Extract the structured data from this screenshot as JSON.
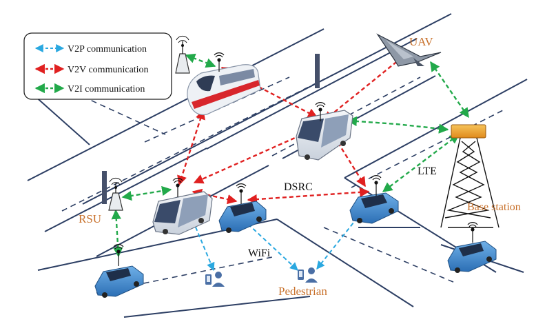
{
  "legend": {
    "items": [
      {
        "label": "V2P communication",
        "color": "#2aa8e0"
      },
      {
        "label": "V2V communication",
        "color": "#e02020"
      },
      {
        "label": "V2I communication",
        "color": "#22a94a"
      }
    ]
  },
  "labels": {
    "uav": "UAV",
    "dsrc": "DSRC",
    "lte": "LTE",
    "base_station": "Base station",
    "rsu": "RSU",
    "wifi": "WiFi",
    "pedestrian": "Pedestrian"
  },
  "colors": {
    "v2p": "#2aa8e0",
    "v2v": "#e02020",
    "v2i": "#22a94a",
    "label_orange": "#c8702a",
    "road": "#2c3e63",
    "car_blue": "#3b82c8"
  }
}
